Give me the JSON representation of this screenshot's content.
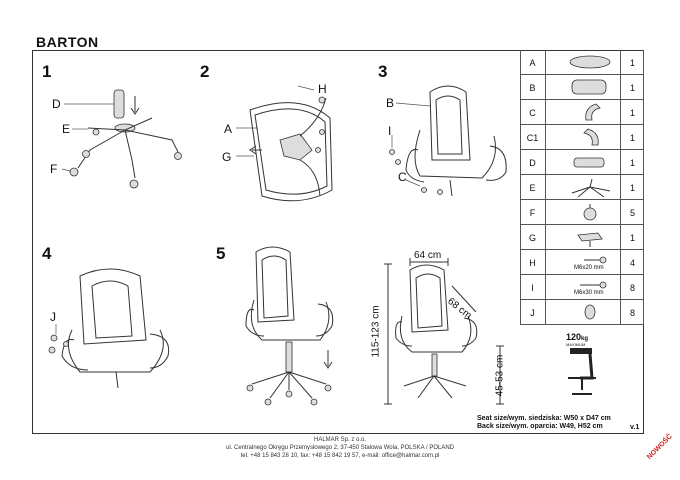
{
  "title": "BARTON",
  "steps": [
    "1",
    "2",
    "3",
    "4",
    "5"
  ],
  "labels": {
    "s1": [
      "D",
      "E",
      "F"
    ],
    "s2": [
      "A",
      "G",
      "H"
    ],
    "s3": [
      "B",
      "I",
      "C"
    ],
    "s4": [
      "J"
    ]
  },
  "parts": [
    {
      "letter": "A",
      "qty": "1"
    },
    {
      "letter": "B",
      "qty": "1"
    },
    {
      "letter": "C",
      "qty": "1"
    },
    {
      "letter": "C1",
      "qty": "1"
    },
    {
      "letter": "D",
      "qty": "1"
    },
    {
      "letter": "E",
      "qty": "1"
    },
    {
      "letter": "F",
      "qty": "5"
    },
    {
      "letter": "G",
      "qty": "1"
    },
    {
      "letter": "H",
      "qty": "4",
      "note": "M6x20 mm"
    },
    {
      "letter": "I",
      "qty": "8",
      "note": "M6x30 mm"
    },
    {
      "letter": "J",
      "qty": "8"
    }
  ],
  "dimensions": {
    "width": "64 cm",
    "depth": "68 cm",
    "height": "115-123 cm",
    "seat_height": "45-53 cm"
  },
  "load": {
    "value": "120",
    "unit": "kg",
    "note": "MAXIMUM"
  },
  "seat_size": "Seat size/wym. siedziska: W50 x D47 cm",
  "back_size": "Back size/wym. oparcia: W49, H52 cm",
  "version": "v.1",
  "footer": {
    "company": "HALMAR Sp. z o.o.",
    "address": "ul. Centralnego Okręgu Przemysłowego 2, 37-450 Stalowa Wola, POLSKA / POLAND",
    "contact": "tel. +48 15 843 28 10, fax: +48 15 842 19 57, e-mail: office@halmar.com.pl"
  },
  "badge": "NOWOŚĆ",
  "colors": {
    "badge": "#d32020",
    "line": "#333333"
  }
}
